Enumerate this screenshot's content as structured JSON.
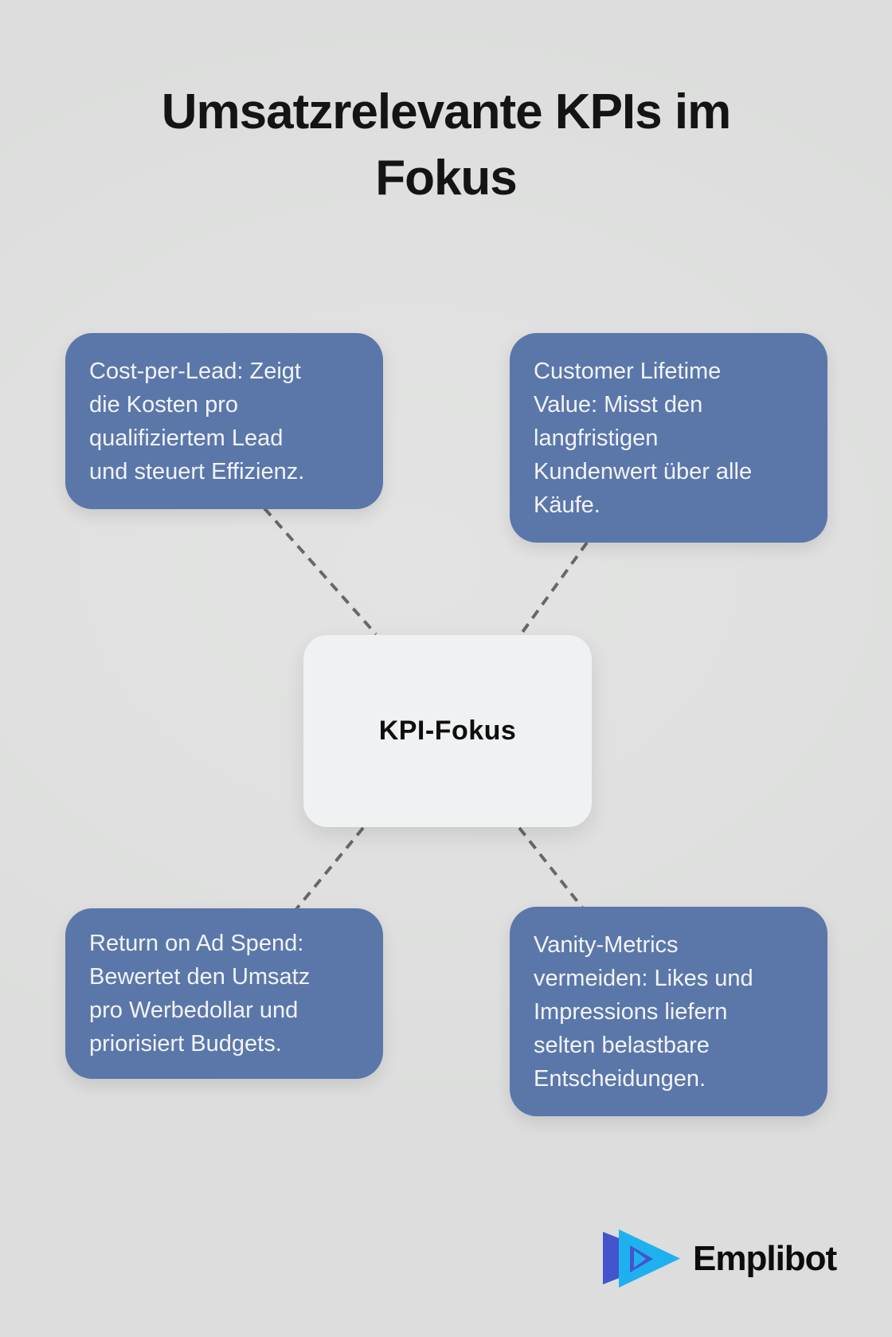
{
  "title": {
    "lines": [
      "Umsatzrelevante KPIs im",
      "Fokus"
    ]
  },
  "center_node": {
    "label": "KPI-Fokus"
  },
  "nodes": {
    "top_left": {
      "lines": [
        "Cost-per-Lead: Zeigt",
        "die Kosten pro",
        "qualifiziertem Lead",
        "und steuert Effizienz."
      ]
    },
    "top_right": {
      "lines": [
        "Customer Lifetime",
        "Value: Misst den",
        "langfristigen",
        "Kundenwert über alle",
        "Käufe."
      ]
    },
    "bottom_left": {
      "lines": [
        "Return on Ad Spend:",
        "Bewertet den Umsatz",
        "pro Werbedollar und",
        "priorisiert Budgets."
      ]
    },
    "bottom_right": {
      "lines": [
        "Vanity-Metrics",
        "vermeiden: Likes und",
        "Impressions liefern",
        "selten belastbare",
        "Entscheidungen."
      ]
    }
  },
  "logo": {
    "text": "Emplibot",
    "colors": {
      "indigo": "#4554CD",
      "cyan": "#1FB1EF"
    }
  },
  "colors": {
    "background": "#DFE0DF",
    "node_fill": "#5B77A9",
    "node_text": "#F2F4F8",
    "center_fill": "#F0F1F2",
    "connector": "#686868",
    "title_text": "#141414"
  }
}
